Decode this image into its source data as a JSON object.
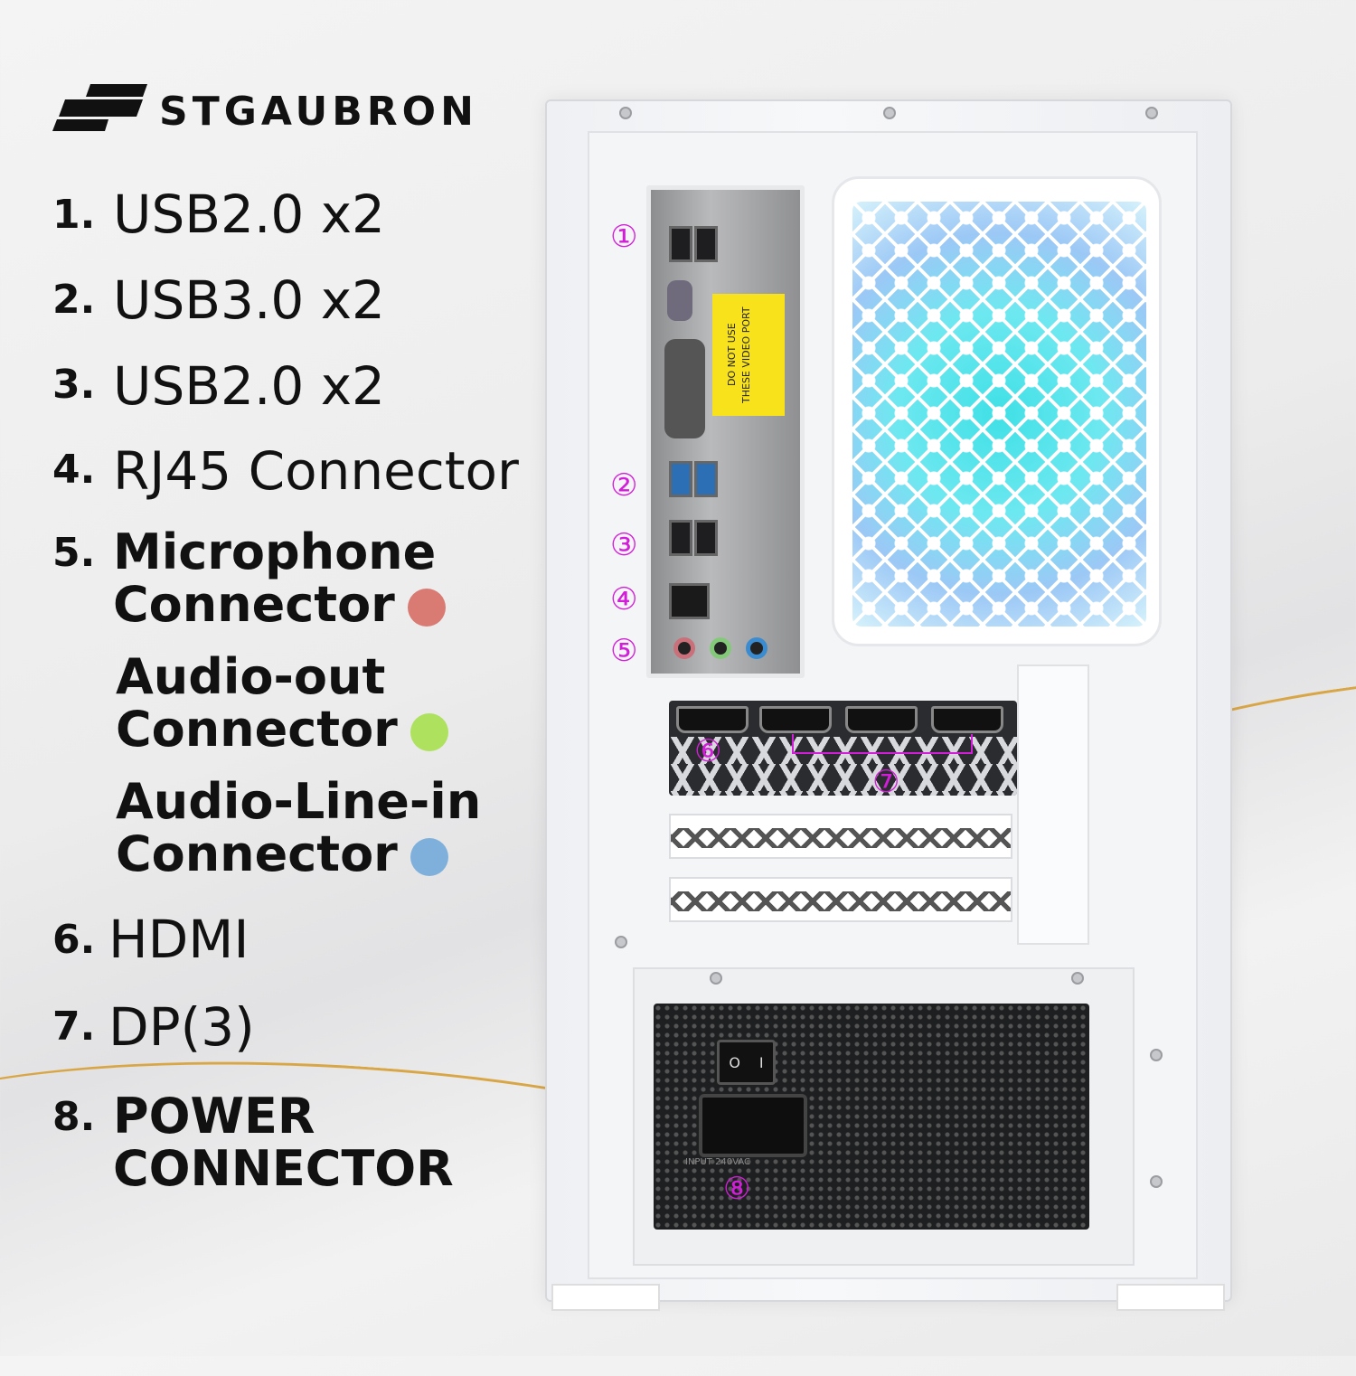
{
  "brand": {
    "name": "STGAUBRON"
  },
  "features": [
    {
      "num": "1.",
      "label": "USB2.0 x2"
    },
    {
      "num": "2.",
      "label": "USB3.0 x2"
    },
    {
      "num": "3.",
      "label": "USB2.0 x2"
    },
    {
      "num": "4.",
      "label": "RJ45 Connector"
    },
    {
      "num": "5.",
      "label": "Microphone",
      "label2": "Connector",
      "dot_color": "#d97b73"
    },
    {
      "label": "Audio-out",
      "label2": "Connector",
      "dot_color": "#aee15e"
    },
    {
      "label": "Audio-Line-in",
      "label2": "Connector",
      "dot_color": "#7fb0dc"
    },
    {
      "num": "6.",
      "label": "HDMI"
    },
    {
      "num": "7.",
      "label": "DP(3)"
    },
    {
      "num": "8.",
      "label": "POWER",
      "label2": "CONNECTOR"
    }
  ],
  "callouts": [
    "①",
    "②",
    "③",
    "④",
    "⑤",
    "⑥",
    "⑦",
    "⑧"
  ],
  "io_sticker": {
    "line1": "DO NOT USE",
    "line2": "THESE VIDEO PORT"
  },
  "psu": {
    "switch_on": "I",
    "switch_off": "O",
    "rating": "INPUT 240VAC"
  },
  "colors": {
    "accent_callout": "#d21ed8",
    "swoosh": "#d9a646",
    "fan_glow": "#3fe0e6"
  }
}
